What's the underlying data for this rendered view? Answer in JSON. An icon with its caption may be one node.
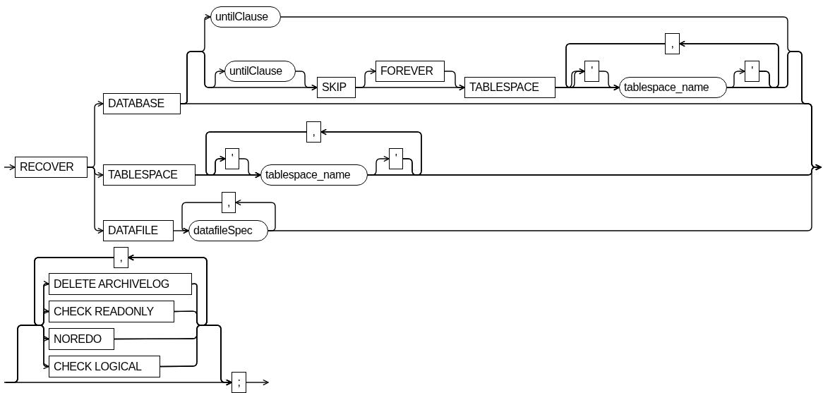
{
  "diagram": {
    "nodes": [
      {
        "text": [
          "RECOVER"
        ]
      },
      {
        "text": [
          "DATABASE"
        ]
      },
      {
        "text": [
          "TABLESPACE"
        ]
      },
      {
        "text": [
          "DATAFILE"
        ]
      },
      {
        "text": [
          "untilClause"
        ]
      },
      {
        "text": [
          "untilClause"
        ]
      },
      {
        "text": [
          "SKIP"
        ]
      },
      {
        "text": [
          "FOREVER"
        ]
      },
      {
        "text": [
          "TABLESPACE"
        ]
      },
      {
        "text": [
          "'"
        ]
      },
      {
        "text": [
          ","
        ]
      },
      {
        "text": [
          "tablespace_name"
        ]
      },
      {
        "text": [
          "'"
        ]
      },
      {
        "text": [
          ","
        ]
      },
      {
        "text": [
          "'"
        ]
      },
      {
        "text": [
          "tablespace_name"
        ]
      },
      {
        "text": [
          "'"
        ]
      },
      {
        "text": [
          ","
        ]
      },
      {
        "text": [
          "datafileSpec"
        ]
      },
      {
        "text": [
          ","
        ]
      },
      {
        "text": [
          "DELETE ARCHIVELOG"
        ]
      },
      {
        "text": [
          "CHECK READONLY"
        ]
      },
      {
        "text": [
          "NOREDO"
        ]
      },
      {
        "text": [
          "CHECK LOGICAL"
        ]
      },
      {
        "text": [
          ";"
        ]
      }
    ],
    "edges": [
      {
        "from": null,
        "to": 0,
        "arrow": "to"
      },
      {
        "from": 0,
        "to": 1,
        "arrow": "to"
      },
      {
        "from": 0,
        "to": 2,
        "arrow": "to"
      },
      {
        "from": 0,
        "to": 3,
        "arrow": "to"
      },
      {
        "from": 1,
        "to": 4,
        "arrow": "to"
      },
      {
        "from": 1,
        "to": 5,
        "arrow": "to"
      },
      {
        "from": 1,
        "to": 6,
        "arrow": "to"
      },
      {
        "from": 5,
        "to": 6,
        "arrow": "to"
      },
      {
        "from": 6,
        "to": 7,
        "arrow": "to"
      },
      {
        "from": 6,
        "to": 8,
        "arrow": "to"
      },
      {
        "from": 7,
        "to": 8,
        "arrow": "to"
      },
      {
        "from": 8,
        "to": 9,
        "arrow": "to"
      },
      {
        "from": 8,
        "to": 11,
        "arrow": "to"
      },
      {
        "from": 9,
        "to": 11,
        "arrow": "to"
      },
      {
        "from": 11,
        "to": 12,
        "arrow": "to"
      },
      {
        "from": 11,
        "to": 10,
        "arrow": "to"
      },
      {
        "from": 12,
        "to": 10,
        "arrow": "to"
      },
      {
        "from": 10,
        "to": 9,
        "arrow": "to"
      },
      {
        "from": 10,
        "to": 11,
        "arrow": "to"
      },
      {
        "from": 4,
        "to": null,
        "arrow": "to"
      },
      {
        "from": 11,
        "to": null,
        "arrow": "to"
      },
      {
        "from": 12,
        "to": null,
        "arrow": "to"
      },
      {
        "from": 1,
        "to": null,
        "arrow": "to"
      },
      {
        "from": 2,
        "to": 14,
        "arrow": "to"
      },
      {
        "from": 2,
        "to": 15,
        "arrow": "to"
      },
      {
        "from": 14,
        "to": 15,
        "arrow": "to"
      },
      {
        "from": 15,
        "to": 16,
        "arrow": "to"
      },
      {
        "from": 15,
        "to": 13,
        "arrow": "to"
      },
      {
        "from": 16,
        "to": 13,
        "arrow": "to"
      },
      {
        "from": 13,
        "to": 14,
        "arrow": "to"
      },
      {
        "from": 13,
        "to": 15,
        "arrow": "to"
      },
      {
        "from": 15,
        "to": null,
        "arrow": "to"
      },
      {
        "from": 16,
        "to": null,
        "arrow": "to"
      },
      {
        "from": 3,
        "to": 18,
        "arrow": "to"
      },
      {
        "from": 18,
        "to": 17,
        "arrow": "to"
      },
      {
        "from": 17,
        "to": 18,
        "arrow": "to"
      },
      {
        "from": 18,
        "to": null,
        "arrow": "to"
      },
      {
        "from": null,
        "to": 24,
        "arrow": "to"
      },
      {
        "from": null,
        "to": 20,
        "arrow": "to"
      },
      {
        "from": null,
        "to": 21,
        "arrow": "to"
      },
      {
        "from": null,
        "to": 22,
        "arrow": "to"
      },
      {
        "from": null,
        "to": 23,
        "arrow": "to"
      },
      {
        "from": 20,
        "to": 24,
        "arrow": "to"
      },
      {
        "from": 21,
        "to": 24,
        "arrow": "to"
      },
      {
        "from": 22,
        "to": 24,
        "arrow": "to"
      },
      {
        "from": 23,
        "to": 24,
        "arrow": "to"
      },
      {
        "from": 20,
        "to": 19,
        "arrow": "to"
      },
      {
        "from": 21,
        "to": 19,
        "arrow": "to"
      },
      {
        "from": 22,
        "to": 19,
        "arrow": "to"
      },
      {
        "from": 23,
        "to": 19,
        "arrow": "to"
      },
      {
        "from": 19,
        "to": 20,
        "arrow": "none"
      },
      {
        "from": 19,
        "to": 21,
        "arrow": "none"
      },
      {
        "from": 19,
        "to": 22,
        "arrow": "none"
      },
      {
        "from": 19,
        "to": 23,
        "arrow": "none"
      },
      {
        "from": 24,
        "to": null,
        "arrow": "to"
      }
    ]
  }
}
